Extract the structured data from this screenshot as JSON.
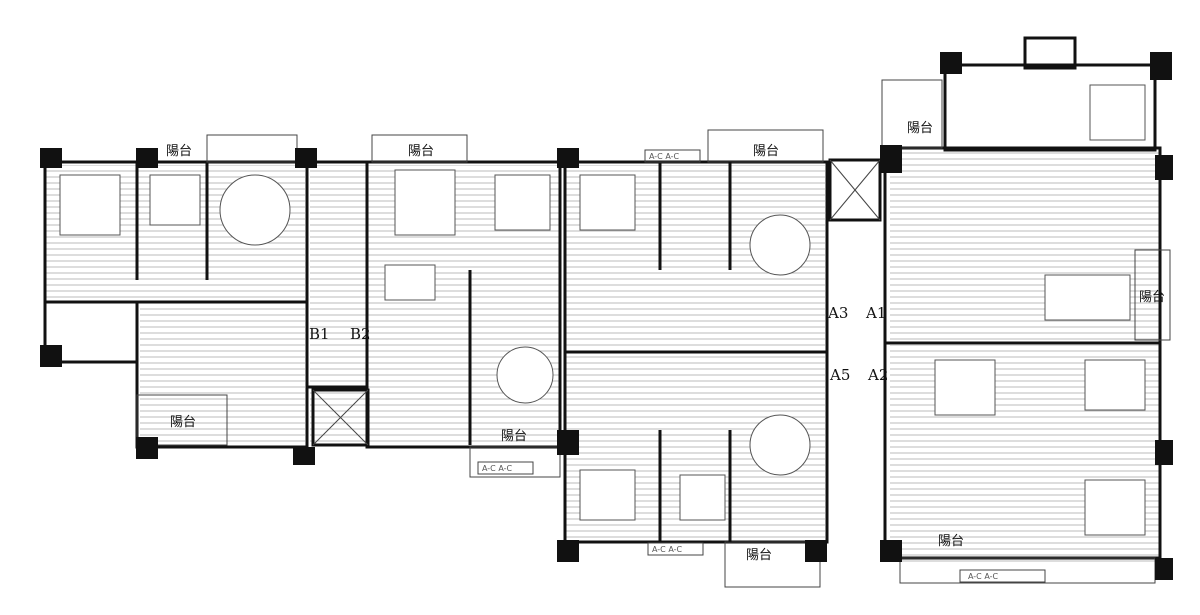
{
  "title": "Floor plan",
  "balcony_label": "陽台",
  "balconies": [
    "陽台",
    "陽台",
    "陽台",
    "陽台",
    "陽台",
    "陽台",
    "陽台",
    "陽台",
    "陽台"
  ],
  "units": {
    "b1": "B1",
    "b2": "B2",
    "a3": "A3",
    "a1": "A1",
    "a5": "A5",
    "a2": "A2"
  },
  "ac_label": "A-C A-C",
  "colors": {
    "wall": "#111111",
    "line": "#444444",
    "background": "#ffffff"
  }
}
